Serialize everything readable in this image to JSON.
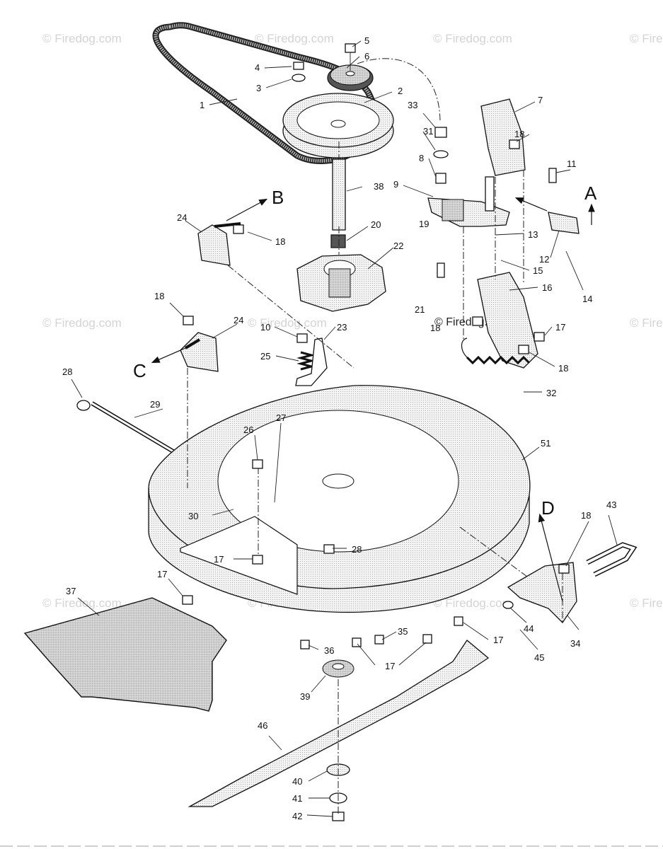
{
  "watermark": "© Firedog.com",
  "callouts": [
    {
      "id": "1",
      "label": "1"
    },
    {
      "id": "2",
      "label": "2"
    },
    {
      "id": "3",
      "label": "3"
    },
    {
      "id": "4",
      "label": "4"
    },
    {
      "id": "5",
      "label": "5"
    },
    {
      "id": "6",
      "label": "6"
    },
    {
      "id": "7",
      "label": "7"
    },
    {
      "id": "8",
      "label": "8"
    },
    {
      "id": "9",
      "label": "9"
    },
    {
      "id": "10",
      "label": "10"
    },
    {
      "id": "11",
      "label": "11"
    },
    {
      "id": "12",
      "label": "12"
    },
    {
      "id": "13",
      "label": "13"
    },
    {
      "id": "14",
      "label": "14"
    },
    {
      "id": "15",
      "label": "15"
    },
    {
      "id": "16",
      "label": "16"
    },
    {
      "id": "17a",
      "label": "17"
    },
    {
      "id": "17b",
      "label": "17"
    },
    {
      "id": "17c",
      "label": "17"
    },
    {
      "id": "17d",
      "label": "17"
    },
    {
      "id": "17e",
      "label": "17"
    },
    {
      "id": "18a",
      "label": "18"
    },
    {
      "id": "18b",
      "label": "18"
    },
    {
      "id": "18c",
      "label": "18"
    },
    {
      "id": "18d",
      "label": "18"
    },
    {
      "id": "18e",
      "label": "18"
    },
    {
      "id": "18f",
      "label": "18"
    },
    {
      "id": "19",
      "label": "19"
    },
    {
      "id": "20",
      "label": "20"
    },
    {
      "id": "21",
      "label": "21"
    },
    {
      "id": "22",
      "label": "22"
    },
    {
      "id": "23",
      "label": "23"
    },
    {
      "id": "24a",
      "label": "24"
    },
    {
      "id": "24b",
      "label": "24"
    },
    {
      "id": "25",
      "label": "25"
    },
    {
      "id": "26",
      "label": "26"
    },
    {
      "id": "27",
      "label": "27"
    },
    {
      "id": "28a",
      "label": "28"
    },
    {
      "id": "28b",
      "label": "28"
    },
    {
      "id": "29",
      "label": "29"
    },
    {
      "id": "30",
      "label": "30"
    },
    {
      "id": "31",
      "label": "31"
    },
    {
      "id": "32",
      "label": "32"
    },
    {
      "id": "33",
      "label": "33"
    },
    {
      "id": "34",
      "label": "34"
    },
    {
      "id": "35",
      "label": "35"
    },
    {
      "id": "36",
      "label": "36"
    },
    {
      "id": "37",
      "label": "37"
    },
    {
      "id": "38",
      "label": "38"
    },
    {
      "id": "39",
      "label": "39"
    },
    {
      "id": "40",
      "label": "40"
    },
    {
      "id": "41",
      "label": "41"
    },
    {
      "id": "42",
      "label": "42"
    },
    {
      "id": "43",
      "label": "43"
    },
    {
      "id": "44",
      "label": "44"
    },
    {
      "id": "45",
      "label": "45"
    },
    {
      "id": "46",
      "label": "46"
    },
    {
      "id": "51",
      "label": "51"
    }
  ],
  "view_letters": [
    {
      "id": "A",
      "label": "A"
    },
    {
      "id": "B",
      "label": "B"
    },
    {
      "id": "C",
      "label": "C"
    },
    {
      "id": "D",
      "label": "D"
    }
  ]
}
